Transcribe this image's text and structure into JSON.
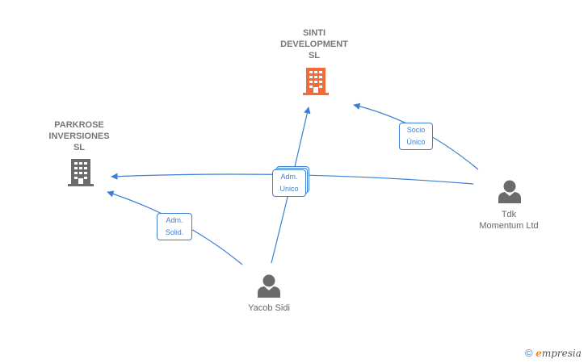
{
  "nodes": {
    "sinti": {
      "name_lines": [
        "SINTI",
        "DEVELOPMENT",
        "SL"
      ],
      "type": "company",
      "color": "#f26b3a"
    },
    "parkrose": {
      "name_lines": [
        "PARKROSE",
        "INVERSIONES",
        "SL"
      ],
      "type": "company",
      "color": "#6b6b6b"
    },
    "tdk": {
      "name_lines": [
        "Tdk",
        "Momentum Ltd"
      ],
      "type": "person",
      "color": "#6b6b6b"
    },
    "yacob": {
      "name_lines": [
        "Yacob Sidi"
      ],
      "type": "person",
      "color": "#6b6b6b"
    }
  },
  "edges": [
    {
      "from": "tdk",
      "to": "sinti",
      "label_lines": [
        "Socio",
        "Único"
      ]
    },
    {
      "from": "tdk",
      "to": "parkrose",
      "label_lines": [
        "Adm.",
        "Unico"
      ]
    },
    {
      "from": "yacob",
      "to": "sinti",
      "label_lines": [
        "Adm.",
        "Unico"
      ]
    },
    {
      "from": "yacob",
      "to": "parkrose",
      "label_lines": [
        "Adm.",
        "Solid."
      ]
    }
  ],
  "edge_color": "#3d7fd3",
  "watermark": {
    "copyright": "©",
    "brand_initial": "e",
    "brand_rest": "mpresia"
  }
}
